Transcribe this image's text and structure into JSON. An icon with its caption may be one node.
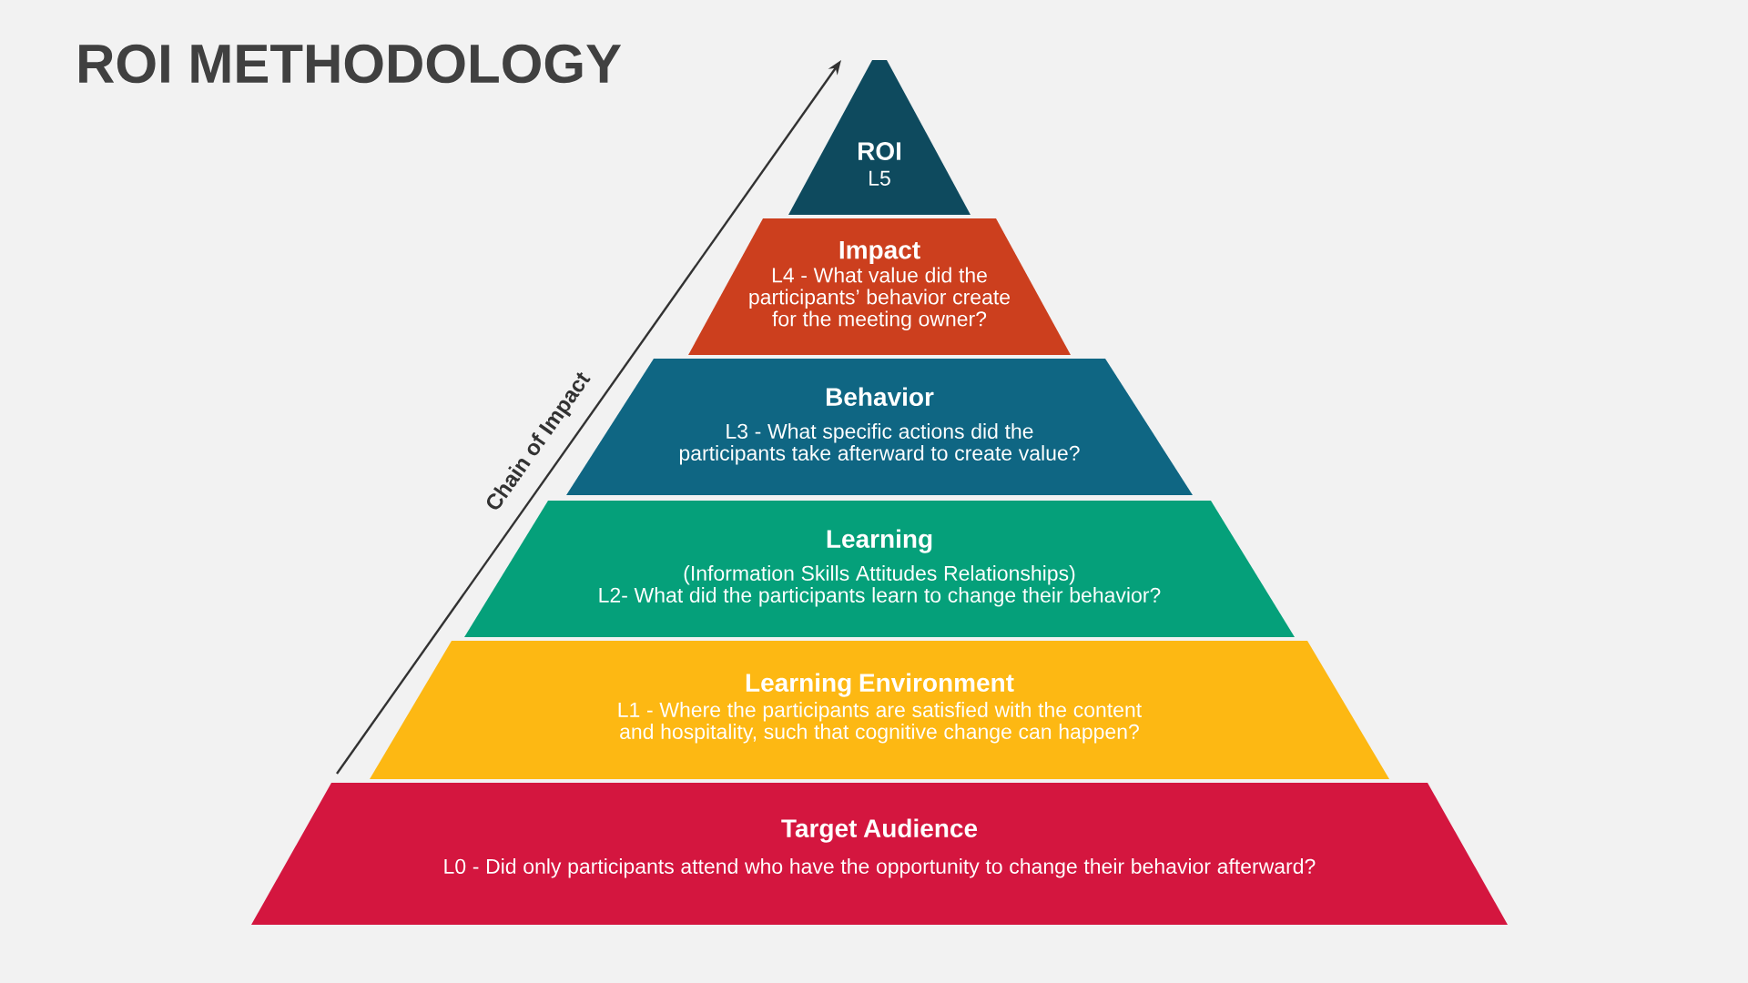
{
  "diagram": {
    "title": "ROI METHODOLOGY",
    "nodes": [
      {
        "text": [
          "ROI",
          "L5"
        ]
      },
      {
        "text": [
          "Impact",
          "L4 - What value did the participants’ behavior create for the meeting owner?"
        ]
      },
      {
        "text": [
          "Behavior",
          "L3 - What specific actions did the participants take afterward to create value?"
        ]
      },
      {
        "text": [
          "Learning",
          "(Information Skills Attitudes Relationships)",
          "L2- What did the participants learn to change their behavior?"
        ]
      },
      {
        "text": [
          "Learning Environment",
          "L1 - Where the participants are satisfied with the content and hospitality, such that cognitive change can happen?"
        ]
      },
      {
        "text": [
          "Target Audience",
          "L0 - Did only participants attend who have the opportunity to change their behavior afterward?"
        ]
      }
    ],
    "edges": [],
    "labels": [
      "Chain of Impact"
    ]
  }
}
